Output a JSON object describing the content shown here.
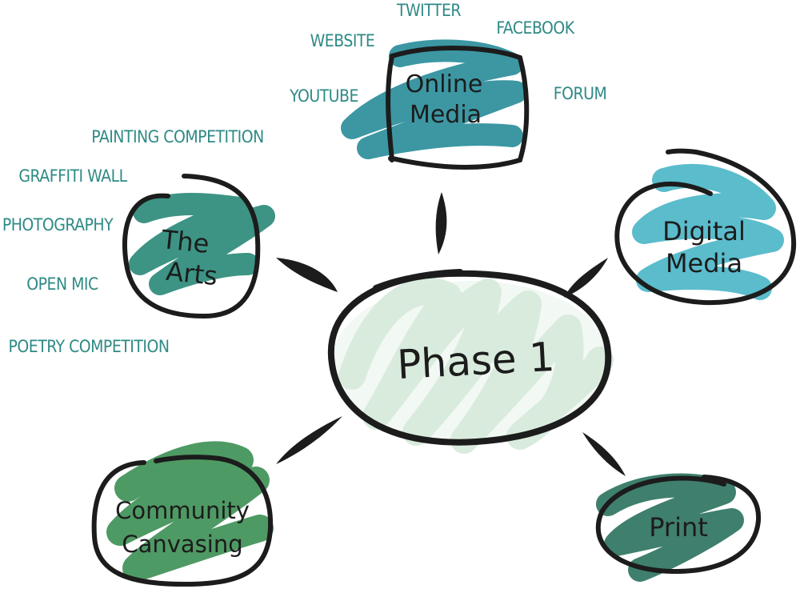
{
  "colors": {
    "ink": "#1c1c1c",
    "tag_text": "#2e8a85",
    "phase_fill": "#d9ebdd",
    "online_fill": "#3c97a3",
    "digital_fill": "#5bbccc",
    "arts_fill": "#3d9484",
    "community_fill": "#4e9a64",
    "print_fill": "#3f7f6d"
  },
  "center": {
    "label": "Phase 1"
  },
  "nodes": {
    "online": {
      "line1": "Online",
      "line2": "Media"
    },
    "digital": {
      "line1": "Digital",
      "line2": "Media"
    },
    "arts": {
      "line1": "The",
      "line2": "Arts"
    },
    "community": {
      "line1": "Community",
      "line2": "Canvasing"
    },
    "print": {
      "line1": "Print"
    }
  },
  "online_tags": {
    "twitter": "TWITTER",
    "website": "WEBSITE",
    "facebook": "FACEBOOK",
    "youtube": "YOUTUBE",
    "forum": "FORUM"
  },
  "arts_tags": {
    "painting": "PAINTING COMPETITION",
    "graffiti": "GRAFFITI WALL",
    "photography": "PHOTOGRAPHY",
    "open_mic": "OPEN MIC",
    "poetry": "POETRY COMPETITION"
  }
}
